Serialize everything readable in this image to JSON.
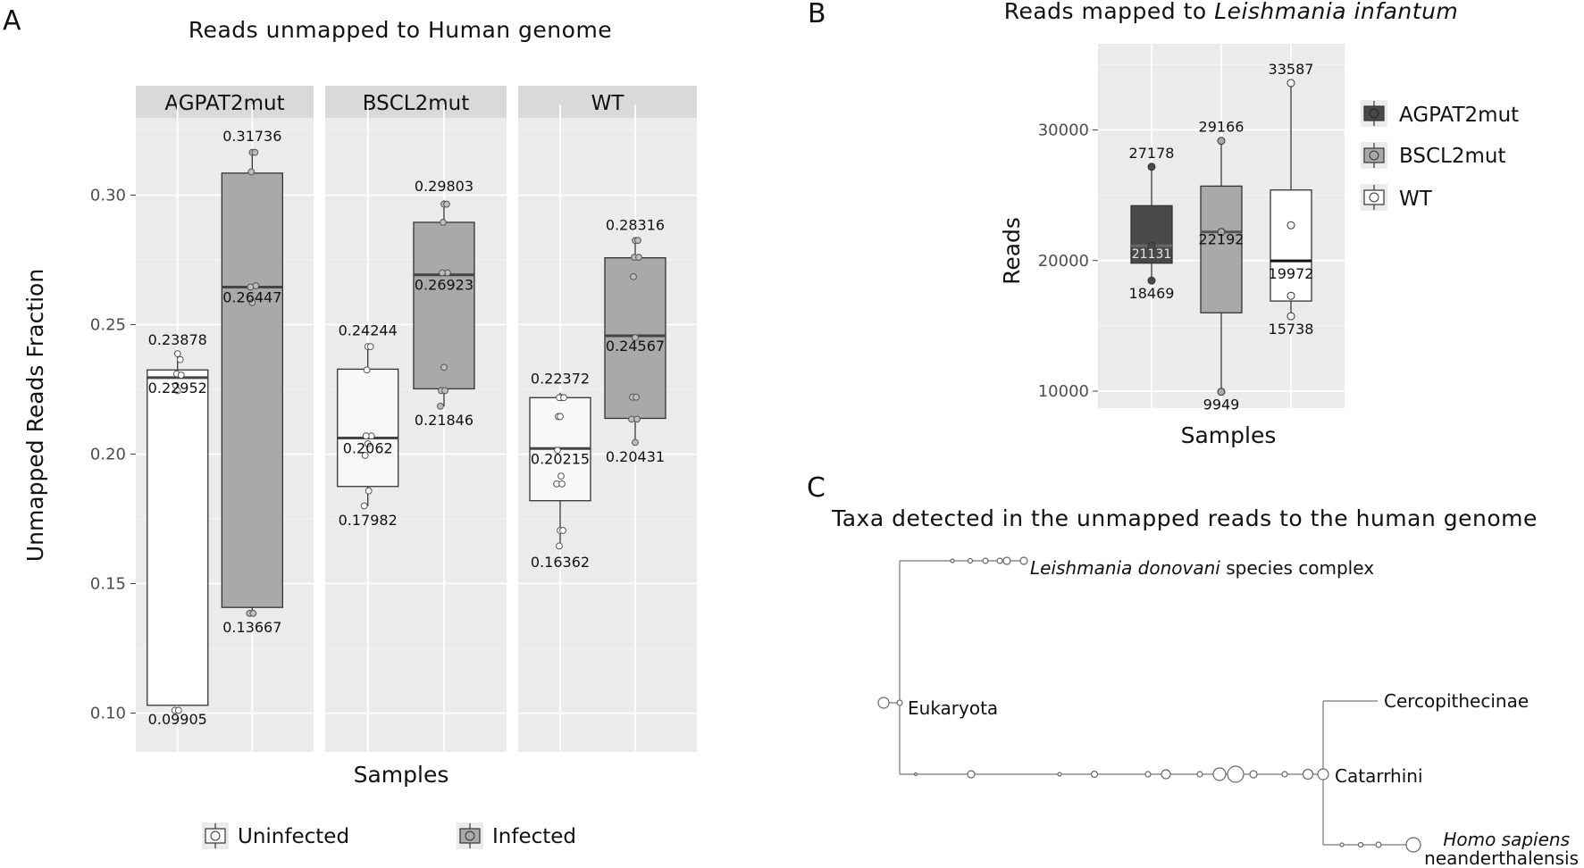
{
  "colors": {
    "panel_bg": "#ebebeb",
    "grid_major": "#ffffff",
    "strip_bg": "#d9d9d9",
    "uninfected_fill": "#ffffff",
    "infected_fill": "#a9a9a9",
    "agpat2_fill": "#4a4a4a",
    "bscl2_fill": "#a9a9a9",
    "wt_fill": "#ffffff"
  },
  "panel_a": {
    "letter": "A",
    "title": "Reads unmapped to Human genome",
    "xlabel": "Samples",
    "ylabel": "Unmapped Reads Fraction",
    "legend": {
      "uninfected": "Uninfected",
      "infected": "Infected"
    }
  },
  "panel_b": {
    "letter": "B",
    "title_plain": "Reads mapped to ",
    "title_italic": "Leishmania infantum",
    "xlabel": "Samples",
    "ylabel": "Reads",
    "legend": [
      "AGPAT2mut",
      "BSCL2mut",
      "WT"
    ]
  },
  "panel_c": {
    "letter": "C",
    "title": "Taxa detected in the unmapped reads to the human genome",
    "labels": {
      "leish_italic": "Leishmania donovani",
      "leish_plain": " species complex",
      "eukaryota": "Eukaryota",
      "cercopithecinae": "Cercopithecinae",
      "catarrhini": "Catarrhini",
      "homo_italic": "Homo sapiens",
      "neanderthalensis": "neanderthalensis"
    }
  },
  "chart_data": [
    {
      "type": "box",
      "id": "A",
      "title": "Reads unmapped to Human genome",
      "xlabel": "Samples",
      "ylabel": "Unmapped Reads Fraction",
      "ylim": [
        0.085,
        0.335
      ],
      "yticks": [
        0.1,
        0.15,
        0.2,
        0.25,
        0.3
      ],
      "ytick_labels": [
        "0.10",
        "0.15",
        "0.20",
        "0.25",
        "0.30"
      ],
      "grid": true,
      "legend_position": "bottom",
      "facets": [
        "AGPAT2mut",
        "BSCL2mut",
        "WT"
      ],
      "series": [
        {
          "facet": "AGPAT2mut",
          "group": "Uninfected",
          "q1": 0.103,
          "median": 0.22952,
          "q3": 0.2325,
          "whisker_low": 0.103,
          "whisker_high": 0.23878,
          "points": [
            0.23878,
            0.2365,
            0.231,
            0.2305,
            0.2265,
            0.2245,
            0.10105,
            0.10105
          ],
          "labels": [
            "0.23878",
            "0.22952",
            "0.09905"
          ]
        },
        {
          "facet": "AGPAT2mut",
          "group": "Infected",
          "q1": 0.1408,
          "median": 0.26447,
          "q3": 0.3085,
          "whisker_low": 0.1385,
          "whisker_high": 0.31736,
          "points": [
            0.3165,
            0.3165,
            0.309,
            0.265,
            0.2645,
            0.2585,
            0.1385,
            0.1385
          ],
          "labels": [
            "0.31736",
            "0.26447",
            "0.13667"
          ]
        },
        {
          "facet": "BSCL2mut",
          "group": "Uninfected",
          "q1": 0.1875,
          "median": 0.2062,
          "q3": 0.2328,
          "whisker_low": 0.17982,
          "whisker_high": 0.24244,
          "points": [
            0.2415,
            0.2415,
            0.2325,
            0.207,
            0.207,
            0.204,
            0.1995,
            0.1858,
            0.18
          ],
          "labels": [
            "0.24244",
            "0.2062",
            "0.17982"
          ]
        },
        {
          "facet": "BSCL2mut",
          "group": "Infected",
          "q1": 0.2252,
          "median": 0.26923,
          "q3": 0.2895,
          "whisker_low": 0.21846,
          "whisker_high": 0.29803,
          "points": [
            0.2965,
            0.2965,
            0.2895,
            0.27,
            0.27,
            0.2335,
            0.2245,
            0.2245,
            0.2185
          ],
          "labels": [
            "0.29803",
            "0.26923",
            "0.21846"
          ]
        },
        {
          "facet": "WT",
          "group": "Uninfected",
          "q1": 0.182,
          "median": 0.20215,
          "q3": 0.2218,
          "whisker_low": 0.16362,
          "whisker_high": 0.22372,
          "points": [
            0.2218,
            0.2218,
            0.2218,
            0.2218,
            0.2145,
            0.2145,
            0.2015,
            0.1915,
            0.1885,
            0.1885,
            0.1705,
            0.1705,
            0.1645
          ],
          "labels": [
            "0.22372",
            "0.20215",
            "0.16362"
          ]
        },
        {
          "facet": "WT",
          "group": "Infected",
          "q1": 0.2138,
          "median": 0.24567,
          "q3": 0.2758,
          "whisker_low": 0.20431,
          "whisker_high": 0.28316,
          "points": [
            0.2825,
            0.2825,
            0.276,
            0.276,
            0.2685,
            0.245,
            0.222,
            0.222,
            0.2135,
            0.2135,
            0.2045
          ],
          "labels": [
            "0.28316",
            "0.24567",
            "0.20431"
          ]
        }
      ]
    },
    {
      "type": "box",
      "id": "B",
      "title": "Reads mapped to Leishmania infantum",
      "xlabel": "Samples",
      "ylabel": "Reads",
      "ylim": [
        8700,
        36600
      ],
      "yticks": [
        10000,
        20000,
        30000
      ],
      "ytick_labels": [
        "10000",
        "20000",
        "30000"
      ],
      "grid": true,
      "legend_position": "right",
      "series": [
        {
          "name": "AGPAT2mut",
          "q1": 19800,
          "median": 21131,
          "q3": 24200,
          "whisker_low": 18469,
          "whisker_high": 27178,
          "points": [
            27178,
            21131,
            18469
          ],
          "labels": [
            "27178",
            "21131",
            "18469"
          ]
        },
        {
          "name": "BSCL2mut",
          "q1": 16000,
          "median": 22192,
          "q3": 25700,
          "whisker_low": 9949,
          "whisker_high": 29166,
          "points": [
            29166,
            22192,
            9949
          ],
          "labels": [
            "29166",
            "22192",
            "9949"
          ]
        },
        {
          "name": "WT",
          "q1": 16900,
          "median": 19972,
          "q3": 25400,
          "whisker_low": 15738,
          "whisker_high": 33587,
          "points": [
            33587,
            22700,
            17300,
            15738
          ],
          "labels": [
            "33587",
            "19972",
            "15738"
          ]
        }
      ]
    }
  ]
}
